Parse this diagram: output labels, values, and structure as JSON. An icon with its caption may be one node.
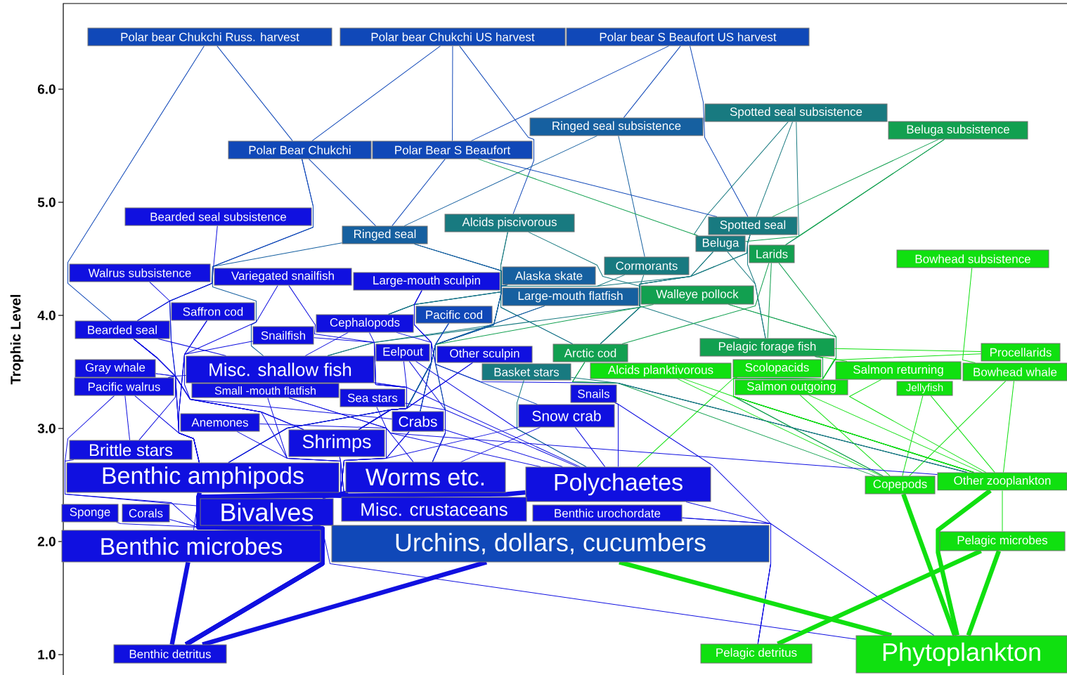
{
  "diagram": {
    "nodes": [
      {
        "text": [
          "Polar bear Chukchi Russ. harvest"
        ]
      },
      {
        "text": [
          "Polar bear Chukchi US harvest"
        ]
      },
      {
        "text": [
          "Polar bear S Beaufort US harvest"
        ]
      },
      {
        "text": [
          "Ringed seal subsistence"
        ]
      },
      {
        "text": [
          "Spotted seal subsistence"
        ]
      },
      {
        "text": [
          "Beluga subsistence"
        ]
      },
      {
        "text": [
          "Polar Bear Chukchi"
        ]
      },
      {
        "text": [
          "Polar Bear S Beaufort"
        ]
      },
      {
        "text": [
          "Bearded seal subsistence"
        ]
      },
      {
        "text": [
          "Ringed seal"
        ]
      },
      {
        "text": [
          "Alcids piscivorous"
        ]
      },
      {
        "text": [
          "Spotted seal"
        ]
      },
      {
        "text": [
          "Beluga"
        ]
      },
      {
        "text": [
          "Larids"
        ]
      },
      {
        "text": [
          "Bowhead subsistence"
        ]
      },
      {
        "text": [
          "Walrus subsistence"
        ]
      },
      {
        "text": [
          "Variegated snailfish"
        ]
      },
      {
        "text": [
          "Large-mouth sculpin"
        ]
      },
      {
        "text": [
          "Alaska skate"
        ]
      },
      {
        "text": [
          "Cormorants"
        ]
      },
      {
        "text": [
          "Large-mouth flatfish"
        ]
      },
      {
        "text": [
          "Walleye pollock"
        ]
      },
      {
        "text": [
          "Saffron cod"
        ]
      },
      {
        "text": [
          "Bearded seal"
        ]
      },
      {
        "text": [
          "Cephalopods"
        ]
      },
      {
        "text": [
          "Pacific cod"
        ]
      },
      {
        "text": [
          "Snailfish"
        ]
      },
      {
        "text": [
          "Eelpout"
        ]
      },
      {
        "text": [
          "Other sculpin"
        ]
      },
      {
        "text": [
          "Arctic cod"
        ]
      },
      {
        "text": [
          "Pelagic forage fish"
        ]
      },
      {
        "text": [
          "Procellarids"
        ]
      },
      {
        "text": [
          "Gray whale"
        ]
      },
      {
        "text": [
          "Misc. shallow fish"
        ]
      },
      {
        "text": [
          "Basket stars"
        ]
      },
      {
        "text": [
          "Alcids planktivorous"
        ]
      },
      {
        "text": [
          "Scolopacids"
        ]
      },
      {
        "text": [
          "Salmon returning"
        ]
      },
      {
        "text": [
          "Bowhead whale"
        ]
      },
      {
        "text": [
          "Pacific walrus"
        ]
      },
      {
        "text": [
          "Small -mouth flatfish"
        ]
      },
      {
        "text": [
          "Salmon outgoing"
        ]
      },
      {
        "text": [
          "Jellyfish"
        ]
      },
      {
        "text": [
          "Sea stars"
        ]
      },
      {
        "text": [
          "Snails"
        ]
      },
      {
        "text": [
          "Anemones"
        ]
      },
      {
        "text": [
          "Crabs"
        ]
      },
      {
        "text": [
          "Snow crab"
        ]
      },
      {
        "text": [
          "Brittle stars"
        ]
      },
      {
        "text": [
          "Shrimps"
        ]
      },
      {
        "text": [
          "Benthic amphipods"
        ]
      },
      {
        "text": [
          "Worms etc."
        ]
      },
      {
        "text": [
          "Polychaetes"
        ]
      },
      {
        "text": [
          "Copepods"
        ]
      },
      {
        "text": [
          "Other zooplankton"
        ]
      },
      {
        "text": [
          "Sponge"
        ]
      },
      {
        "text": [
          "Corals"
        ]
      },
      {
        "text": [
          "Bivalves"
        ]
      },
      {
        "text": [
          "Misc. crustaceans"
        ]
      },
      {
        "text": [
          "Benthic urochordate"
        ]
      },
      {
        "text": [
          "Benthic microbes"
        ]
      },
      {
        "text": [
          "Urchins, dollars, cucumbers"
        ]
      },
      {
        "text": [
          "Pelagic microbes"
        ]
      },
      {
        "text": [
          "Benthic detritus"
        ]
      },
      {
        "text": [
          "Pelagic detritus"
        ]
      },
      {
        "text": [
          "Phytoplankton"
        ]
      }
    ],
    "edges": [
      {
        "from": 0,
        "to": 6,
        "arrow": "none",
        "color": "#1048b8"
      },
      {
        "from": 0,
        "to": 23,
        "arrow": "none",
        "color": "#1048b8"
      },
      {
        "from": 1,
        "to": 6,
        "arrow": "none",
        "color": "#1048b8"
      },
      {
        "from": 1,
        "to": 7,
        "arrow": "none",
        "color": "#1048b8"
      },
      {
        "from": 1,
        "to": 10,
        "arrow": "none",
        "color": "#1048b8"
      },
      {
        "from": 2,
        "to": 7,
        "arrow": "none",
        "color": "#1048b8"
      },
      {
        "from": 2,
        "to": 3,
        "arrow": "none",
        "color": "#1048b8"
      },
      {
        "from": 2,
        "to": 11,
        "arrow": "none",
        "color": "#1048b8"
      },
      {
        "from": 3,
        "to": 9,
        "arrow": "none",
        "color": "#1660a0"
      },
      {
        "from": 3,
        "to": 19,
        "arrow": "none",
        "color": "#1660a0"
      },
      {
        "from": 4,
        "to": 11,
        "arrow": "none",
        "color": "#187a80"
      },
      {
        "from": 4,
        "to": 12,
        "arrow": "none",
        "color": "#187a80"
      },
      {
        "from": 4,
        "to": 13,
        "arrow": "none",
        "color": "#187a80"
      },
      {
        "from": 5,
        "to": 12,
        "arrow": "none",
        "color": "#12a050"
      },
      {
        "from": 5,
        "to": 13,
        "arrow": "none",
        "color": "#12a050"
      },
      {
        "from": 5,
        "to": 11,
        "arrow": "none",
        "color": "#12a050"
      },
      {
        "from": 6,
        "to": 9,
        "arrow": "none",
        "color": "#1048b8"
      },
      {
        "from": 6,
        "to": 23,
        "arrow": "none",
        "color": "#1048b8"
      },
      {
        "from": 6,
        "to": 39,
        "arrow": "none",
        "color": "#1048b8"
      },
      {
        "from": 7,
        "to": 9,
        "arrow": "none",
        "color": "#1048b8"
      },
      {
        "from": 7,
        "to": 12,
        "arrow": "none",
        "color": "#12a050"
      },
      {
        "from": 7,
        "to": 11,
        "arrow": "none",
        "color": "#1048b8"
      },
      {
        "from": 8,
        "to": 23,
        "arrow": "none"
      },
      {
        "from": 14,
        "to": 38,
        "arrow": "none",
        "color": "#10e010"
      },
      {
        "from": 15,
        "to": 39,
        "arrow": "none"
      },
      {
        "from": 23,
        "to": 48,
        "arrow": "none"
      },
      {
        "from": 23,
        "to": 50,
        "arrow": "none"
      },
      {
        "from": 23,
        "to": 57,
        "arrow": "none"
      },
      {
        "from": 23,
        "to": 49,
        "arrow": "none"
      },
      {
        "from": 23,
        "to": 46,
        "arrow": "none"
      },
      {
        "from": 23,
        "to": 33,
        "arrow": "none"
      },
      {
        "from": 39,
        "to": 57,
        "arrow": "none"
      },
      {
        "from": 39,
        "to": 50,
        "arrow": "none"
      },
      {
        "from": 39,
        "to": 48,
        "arrow": "none"
      },
      {
        "from": 32,
        "to": 50,
        "arrow": "none"
      },
      {
        "from": 32,
        "to": 49,
        "arrow": "none"
      },
      {
        "from": 11,
        "to": 29,
        "arrow": "none",
        "color": "#187a80"
      },
      {
        "from": 11,
        "to": 30,
        "arrow": "none",
        "color": "#187a80"
      },
      {
        "from": 11,
        "to": 33,
        "arrow": "none",
        "color": "#187a80"
      },
      {
        "from": 12,
        "to": 29,
        "arrow": "none",
        "color": "#187a80"
      },
      {
        "from": 12,
        "to": 30,
        "arrow": "none",
        "color": "#187a80"
      },
      {
        "from": 12,
        "to": 24,
        "arrow": "none",
        "color": "#187a80"
      },
      {
        "from": 9,
        "to": 29,
        "arrow": "none",
        "color": "#1660a0"
      },
      {
        "from": 9,
        "to": 33,
        "arrow": "none",
        "color": "#1660a0"
      },
      {
        "from": 9,
        "to": 49,
        "arrow": "none",
        "color": "#1660a0"
      },
      {
        "from": 9,
        "to": 24,
        "arrow": "none",
        "color": "#1660a0"
      },
      {
        "from": 10,
        "to": 29,
        "arrow": "none",
        "color": "#187a80"
      },
      {
        "from": 10,
        "to": 30,
        "arrow": "none",
        "color": "#187a80"
      },
      {
        "from": 10,
        "to": 24,
        "arrow": "none",
        "color": "#187a80"
      },
      {
        "from": 13,
        "to": 30,
        "arrow": "none",
        "color": "#12a050"
      },
      {
        "from": 13,
        "to": 29,
        "arrow": "none",
        "color": "#12a050"
      },
      {
        "from": 13,
        "to": 54,
        "arrow": "none",
        "color": "#12a050"
      },
      {
        "from": 19,
        "to": 33,
        "arrow": "none",
        "color": "#187a80"
      },
      {
        "from": 19,
        "to": 29,
        "arrow": "none",
        "color": "#187a80"
      },
      {
        "from": 18,
        "to": 46,
        "arrow": "none",
        "color": "#1660a0"
      },
      {
        "from": 18,
        "to": 49,
        "arrow": "none",
        "color": "#1660a0"
      },
      {
        "from": 18,
        "to": 50,
        "arrow": "none",
        "color": "#1660a0"
      },
      {
        "from": 17,
        "to": 49,
        "arrow": "none"
      },
      {
        "from": 17,
        "to": 46,
        "arrow": "none"
      },
      {
        "from": 17,
        "to": 51,
        "arrow": "none"
      },
      {
        "from": 20,
        "to": 51,
        "arrow": "none",
        "color": "#1660a0"
      },
      {
        "from": 20,
        "to": 50,
        "arrow": "none",
        "color": "#1660a0"
      },
      {
        "from": 21,
        "to": 53,
        "arrow": "none",
        "color": "#12a050"
      },
      {
        "from": 21,
        "to": 54,
        "arrow": "none",
        "color": "#12a050"
      },
      {
        "from": 21,
        "to": 49,
        "arrow": "none",
        "color": "#12a050"
      },
      {
        "from": 22,
        "to": 50,
        "arrow": "none"
      },
      {
        "from": 22,
        "to": 49,
        "arrow": "none"
      },
      {
        "from": 16,
        "to": 49,
        "arrow": "none"
      },
      {
        "from": 16,
        "to": 50,
        "arrow": "none"
      },
      {
        "from": 24,
        "to": 49,
        "arrow": "none"
      },
      {
        "from": 24,
        "to": 33,
        "arrow": "none"
      },
      {
        "from": 24,
        "to": 54,
        "arrow": "none"
      },
      {
        "from": 25,
        "to": 47,
        "arrow": "none",
        "color": "#1048b8"
      },
      {
        "from": 25,
        "to": 46,
        "arrow": "none",
        "color": "#1048b8"
      },
      {
        "from": 25,
        "to": 49,
        "arrow": "none",
        "color": "#1048b8"
      },
      {
        "from": 26,
        "to": 50,
        "arrow": "none"
      },
      {
        "from": 26,
        "to": 49,
        "arrow": "none"
      },
      {
        "from": 27,
        "to": 51,
        "arrow": "none"
      },
      {
        "from": 27,
        "to": 52,
        "arrow": "none"
      },
      {
        "from": 27,
        "to": 50,
        "arrow": "none"
      },
      {
        "from": 28,
        "to": 49,
        "arrow": "none"
      },
      {
        "from": 28,
        "to": 50,
        "arrow": "none"
      },
      {
        "from": 29,
        "to": 53,
        "arrow": "none",
        "color": "#12a050"
      },
      {
        "from": 29,
        "to": 54,
        "arrow": "none",
        "color": "#12a050"
      },
      {
        "from": 30,
        "to": 53,
        "arrow": "none",
        "color": "#12a050"
      },
      {
        "from": 30,
        "to": 54,
        "arrow": "none",
        "color": "#12a050"
      },
      {
        "from": 31,
        "to": 30,
        "arrow": "none",
        "color": "#10e010"
      },
      {
        "from": 31,
        "to": 54,
        "arrow": "none",
        "color": "#10e010"
      },
      {
        "from": 35,
        "to": 53,
        "arrow": "none",
        "color": "#10e010"
      },
      {
        "from": 35,
        "to": 54,
        "arrow": "none",
        "color": "#10e010"
      },
      {
        "from": 36,
        "to": 52,
        "arrow": "none",
        "color": "#10e010"
      },
      {
        "from": 36,
        "to": 54,
        "arrow": "none",
        "color": "#10e010"
      },
      {
        "from": 37,
        "to": 30,
        "arrow": "none",
        "color": "#10e010"
      },
      {
        "from": 37,
        "to": 54,
        "arrow": "none",
        "color": "#10e010"
      },
      {
        "from": 38,
        "to": 53,
        "arrow": "none",
        "color": "#10e010"
      },
      {
        "from": 38,
        "to": 54,
        "arrow": "none",
        "color": "#10e010"
      },
      {
        "from": 41,
        "to": 54,
        "arrow": "none",
        "color": "#10e010"
      },
      {
        "from": 41,
        "to": 53,
        "arrow": "none",
        "color": "#10e010"
      },
      {
        "from": 42,
        "to": 53,
        "arrow": "none",
        "color": "#10e010"
      },
      {
        "from": 42,
        "to": 54,
        "arrow": "none",
        "color": "#10e010"
      },
      {
        "from": 33,
        "to": 50,
        "arrow": "none"
      },
      {
        "from": 33,
        "to": 49,
        "arrow": "none"
      },
      {
        "from": 33,
        "to": 52,
        "arrow": "none"
      },
      {
        "from": 40,
        "to": 52,
        "arrow": "none"
      },
      {
        "from": 40,
        "to": 51,
        "arrow": "none"
      },
      {
        "from": 40,
        "to": 57,
        "arrow": "none"
      },
      {
        "from": 43,
        "to": 57,
        "arrow": "none"
      },
      {
        "from": 43,
        "to": 52,
        "arrow": "none"
      },
      {
        "from": 44,
        "to": 52,
        "arrow": "none"
      },
      {
        "from": 44,
        "to": 64,
        "arrow": "none"
      },
      {
        "from": 34,
        "to": 54,
        "arrow": "none",
        "color": "#187a80"
      },
      {
        "from": 34,
        "to": 52,
        "arrow": "none",
        "color": "#187a80"
      },
      {
        "from": 45,
        "to": 54,
        "arrow": "none"
      },
      {
        "from": 45,
        "to": 58,
        "arrow": "none"
      },
      {
        "from": 46,
        "to": 52,
        "arrow": "none"
      },
      {
        "from": 46,
        "to": 57,
        "arrow": "none"
      },
      {
        "from": 46,
        "to": 60,
        "arrow": "none"
      },
      {
        "from": 47,
        "to": 52,
        "arrow": "none"
      },
      {
        "from": 47,
        "to": 57,
        "arrow": "none"
      },
      {
        "from": 47,
        "to": 51,
        "arrow": "none"
      },
      {
        "from": 48,
        "to": 63,
        "arrow": "none"
      },
      {
        "from": 49,
        "to": 63,
        "arrow": "none"
      },
      {
        "from": 49,
        "to": 58,
        "arrow": "none"
      },
      {
        "from": 50,
        "to": 63,
        "arrow": "none",
        "style": "thick"
      },
      {
        "from": 51,
        "to": 63,
        "arrow": "none",
        "style": "thick"
      },
      {
        "from": 52,
        "to": 63,
        "arrow": "none",
        "style": "thick"
      },
      {
        "from": 52,
        "to": 64,
        "arrow": "none"
      },
      {
        "from": 53,
        "to": 65,
        "arrow": "none",
        "style": "thick",
        "color": "#10e010"
      },
      {
        "from": 54,
        "to": 65,
        "arrow": "none",
        "style": "thick",
        "color": "#10e010"
      },
      {
        "from": 54,
        "to": 62,
        "arrow": "none",
        "color": "#10e010"
      },
      {
        "from": 55,
        "to": 63,
        "arrow": "none"
      },
      {
        "from": 56,
        "to": 63,
        "arrow": "none"
      },
      {
        "from": 57,
        "to": 63,
        "arrow": "none",
        "style": "thick"
      },
      {
        "from": 57,
        "to": 65,
        "arrow": "none"
      },
      {
        "from": 58,
        "to": 63,
        "arrow": "none"
      },
      {
        "from": 59,
        "to": 64,
        "arrow": "none"
      },
      {
        "from": 59,
        "to": 65,
        "arrow": "none"
      },
      {
        "from": 60,
        "to": 63,
        "arrow": "none",
        "style": "thick"
      },
      {
        "from": 61,
        "to": 63,
        "arrow": "none",
        "style": "thick"
      },
      {
        "from": 61,
        "to": 65,
        "arrow": "none",
        "style": "thick",
        "color": "#10e010"
      },
      {
        "from": 62,
        "to": 65,
        "arrow": "none",
        "style": "thick",
        "color": "#10e010"
      },
      {
        "from": 62,
        "to": 64,
        "arrow": "none",
        "style": "thick",
        "color": "#10e010"
      }
    ],
    "labels": [
      "Trophic Level",
      "6.0",
      "5.0",
      "4.0",
      "3.0",
      "2.0",
      "1.0"
    ]
  }
}
